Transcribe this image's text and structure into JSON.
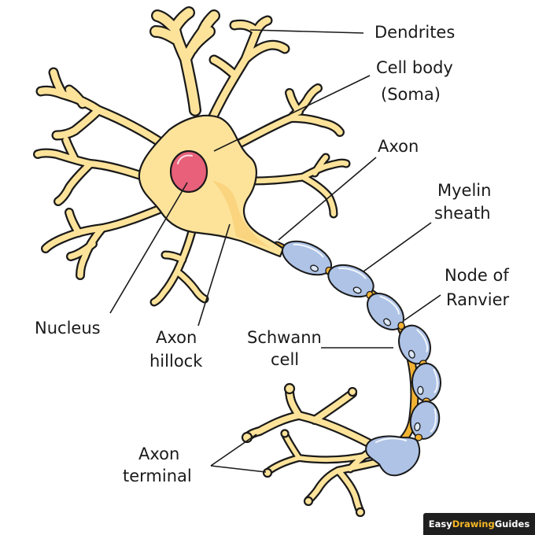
{
  "labels": {
    "dendrites": "Dendrites",
    "cell_body_1": "Cell body",
    "cell_body_2": "(Soma)",
    "axon": "Axon",
    "myelin_1": "Myelin",
    "myelin_2": "sheath",
    "node_1": "Node of",
    "node_2": "Ranvier",
    "schwann_1": "Schwann",
    "schwann_2": "cell",
    "nucleus": "Nucleus",
    "hillock_1": "Axon",
    "hillock_2": "hillock",
    "terminal_1": "Axon",
    "terminal_2": "terminal"
  },
  "watermark": {
    "part1": "Easy ",
    "part2": "Drawing",
    "part3": " Guides"
  },
  "colors": {
    "neuron_fill": "#fde39a",
    "neuron_shade": "#f8cf74",
    "nucleus": "#e8607a",
    "myelin": "#aec3e6",
    "node_of_ranvier": "#f2b233",
    "outline": "#1a1a1a"
  }
}
